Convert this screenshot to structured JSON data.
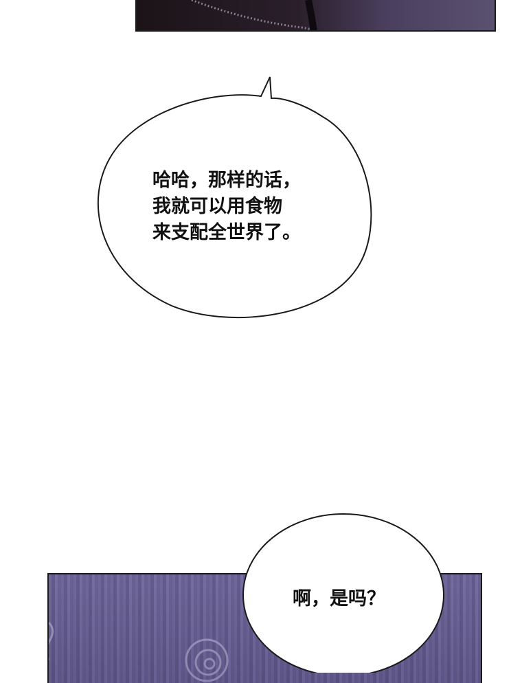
{
  "bubbles": [
    {
      "lines": [
        "哈哈，那样的话，",
        "我就可以用食物",
        "来支配全世界了。"
      ]
    },
    {
      "lines": [
        "啊，是吗？"
      ]
    }
  ],
  "colors": {
    "bubble_fill": "#ffffff",
    "bubble_stroke": "#1a1a1a",
    "top_panel": "#4a3f5e",
    "bottom_panel": "#6e6796"
  }
}
